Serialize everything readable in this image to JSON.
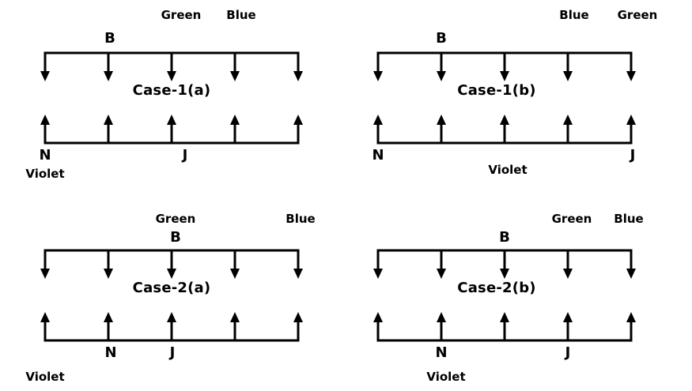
{
  "arrows_per_row": 5,
  "cases": [
    {
      "title": "Case-1(a)",
      "top_row_label": "B",
      "color_labels": [
        "Green",
        "Blue"
      ],
      "bottom_labels": [
        "N",
        "J"
      ],
      "corner_label": "Violet"
    },
    {
      "title": "Case-1(b)",
      "top_row_label": "B",
      "color_labels": [
        "Blue",
        "Green"
      ],
      "bottom_labels": [
        "N",
        "J"
      ],
      "corner_label": "Violet"
    },
    {
      "title": "Case-2(a)",
      "top_row_label": "B",
      "color_labels": [
        "Green",
        "Blue"
      ],
      "bottom_labels": [
        "N",
        "J"
      ],
      "corner_label": "Violet"
    },
    {
      "title": "Case-2(b)",
      "top_row_label": "B",
      "color_labels": [
        "Green",
        "Blue"
      ],
      "bottom_labels": [
        "N",
        "J"
      ],
      "corner_label": "Violet"
    }
  ],
  "colors": {
    "ink": "#000000",
    "background": "#ffffff"
  }
}
